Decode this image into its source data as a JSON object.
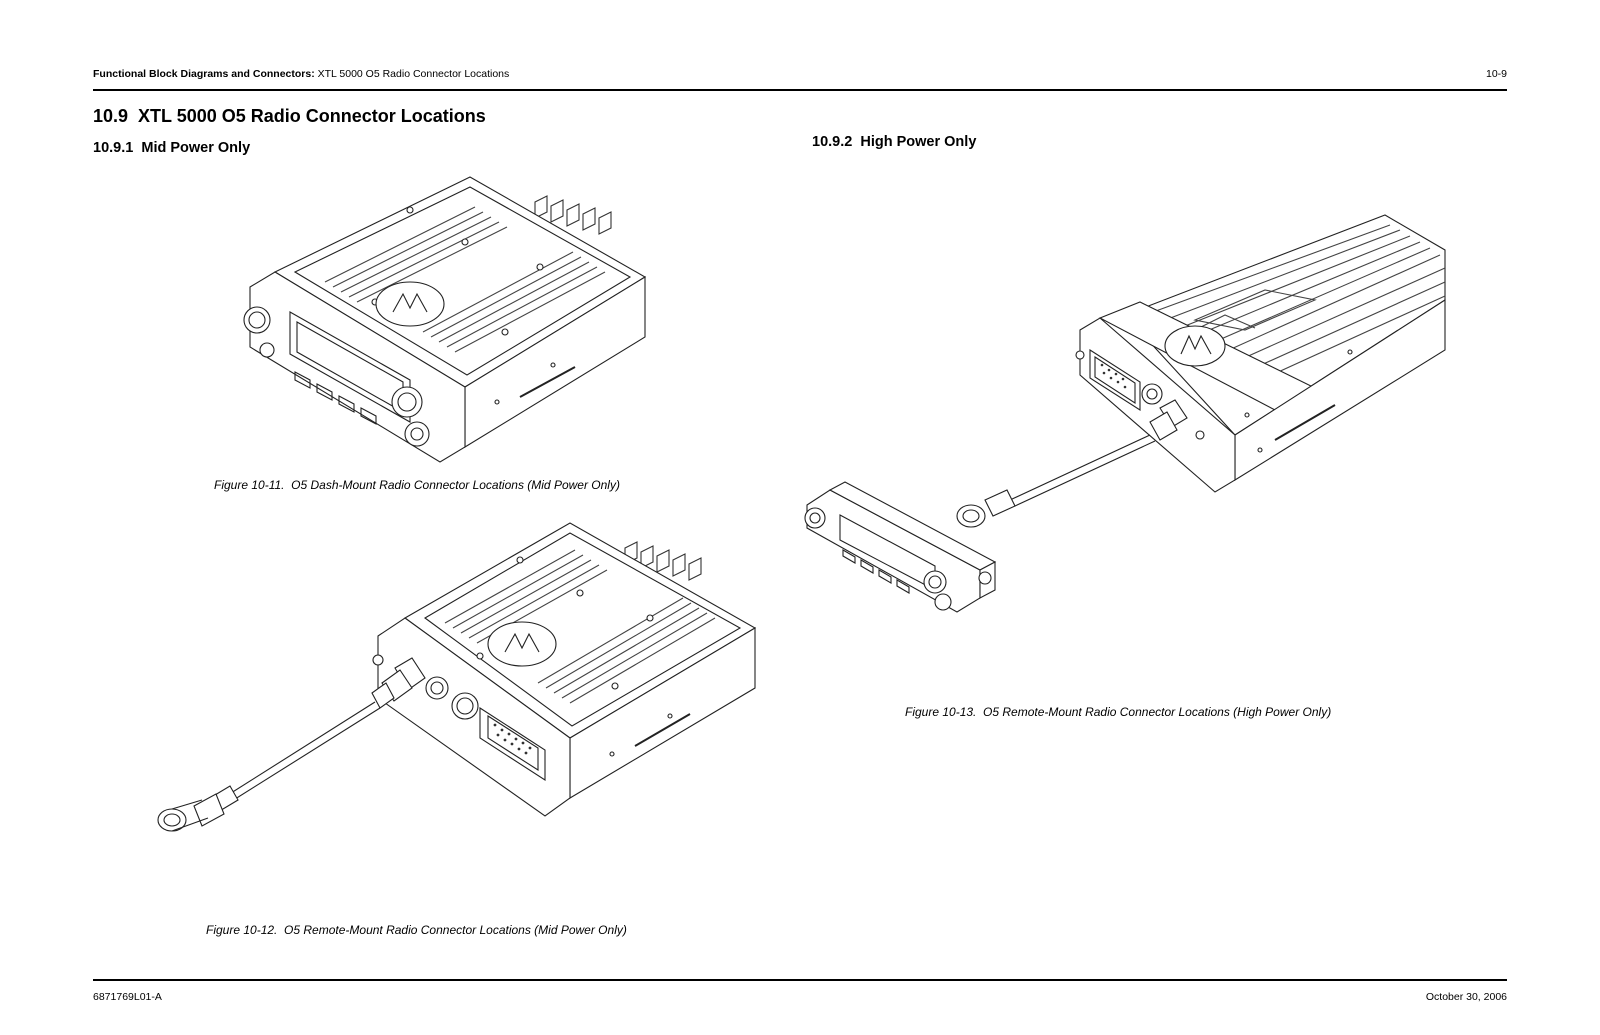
{
  "header": {
    "section_bold": "Functional Block Diagrams and Connectors:",
    "section_rest": " XTL 5000 O5 Radio Connector Locations",
    "page_number": "10-9"
  },
  "title": "10.9  XTL 5000 O5 Radio Connector Locations",
  "subsections": {
    "mid": "10.9.1  Mid Power Only",
    "high": "10.9.2  High Power Only"
  },
  "figures": {
    "fig11": {
      "caption": "Figure 10-11.  O5 Dash-Mount Radio Connector Locations (Mid Power Only)"
    },
    "fig12": {
      "caption": "Figure 10-12.  O5 Remote-Mount Radio Connector Locations (Mid Power Only)"
    },
    "fig13": {
      "caption": "Figure 10-13.  O5 Remote-Mount Radio Connector Locations (High Power Only)"
    }
  },
  "footer": {
    "doc_number": "6871769L01-A",
    "date": "October 30, 2006"
  }
}
